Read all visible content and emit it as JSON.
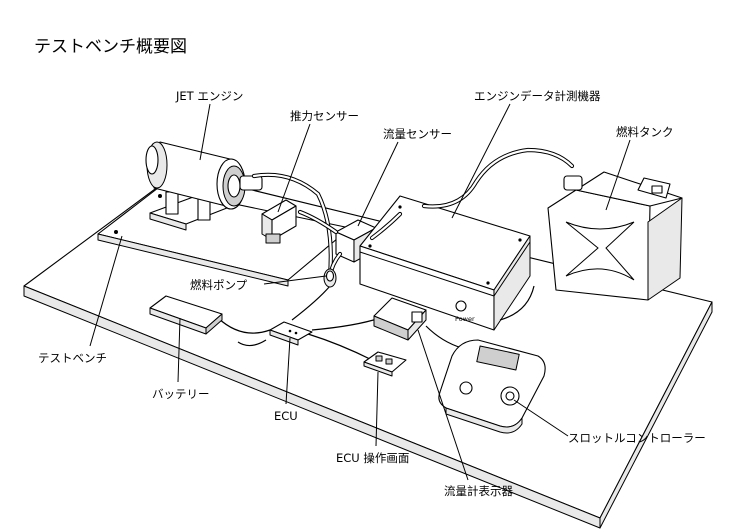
{
  "title": "テストベンチ概要図",
  "labels": {
    "jet_engine": "JET エンジン",
    "thrust_sensor": "推力センサー",
    "flow_sensor": "流量センサー",
    "engine_data_instrument": "エンジンデータ計測機器",
    "fuel_tank": "燃料タンク",
    "fuel_pump": "燃料ポンプ",
    "test_bench": "テストベンチ",
    "battery": "バッテリー",
    "ecu": "ECU",
    "ecu_panel": "ECU 操作画面",
    "throttle_controller": "スロットルコントローラー",
    "flow_meter_display": "流量計表示器"
  },
  "device_texts": {
    "power_label": "Power"
  },
  "colors": {
    "line": "#000000",
    "background": "#ffffff",
    "shade": "#e9e9e9"
  }
}
